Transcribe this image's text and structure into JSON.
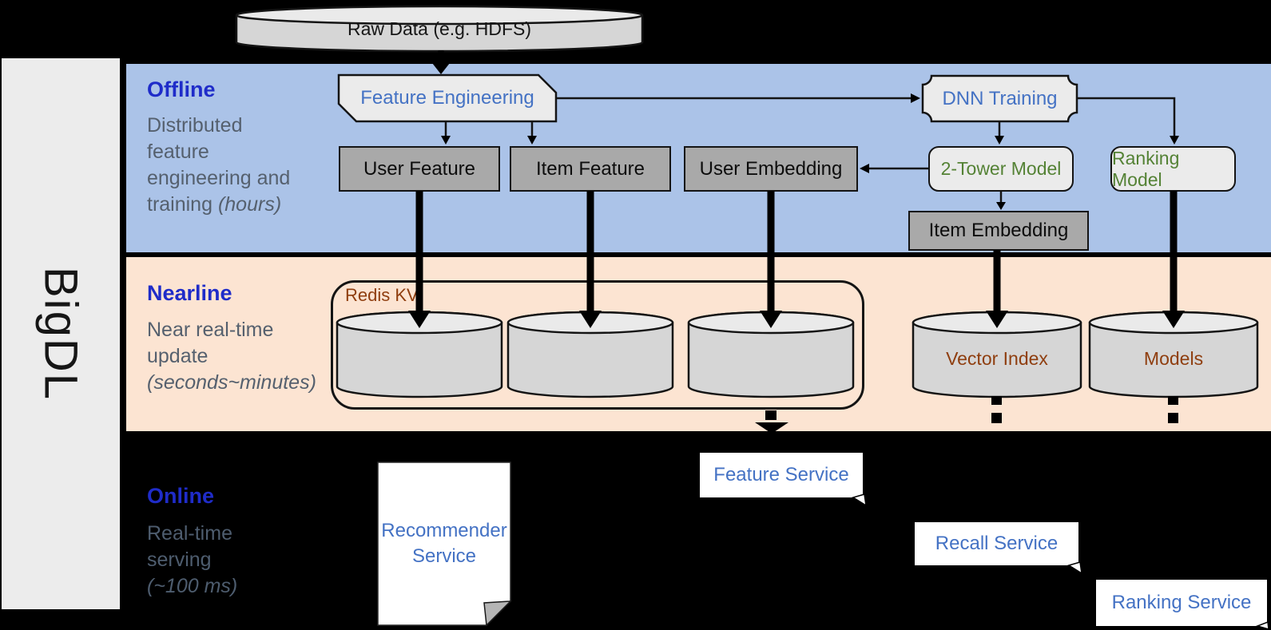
{
  "brand": {
    "name": "BigDL"
  },
  "pipeline_source": {
    "label": "Raw Data (e.g. HDFS)"
  },
  "sections": {
    "offline": {
      "label": "Offline",
      "line1": "Distributed",
      "line2": "feature",
      "line3": "engineering and",
      "line4": "training ",
      "line4_italic": "(hours)"
    },
    "nearline": {
      "label": "Nearline",
      "line1": "Near real-time",
      "line2": "update",
      "line3_italic": "(seconds~minutes)"
    },
    "online": {
      "label": "Online",
      "line1": "Real-time",
      "line2": "serving",
      "line3_italic": "(~100 ms)"
    }
  },
  "nodes": {
    "feature_engineering": "Feature Engineering",
    "dnn_training": "DNN Training",
    "user_feature": "User Feature",
    "item_feature": "Item Feature",
    "user_embedding": "User Embedding",
    "two_tower_model": "2-Tower Model",
    "ranking_model": "Ranking Model",
    "item_embedding": "Item Embedding",
    "redis_kv": "Redis KV",
    "vector_index": "Vector Index",
    "models": "Models",
    "recommender_service": "Recommender Service",
    "feature_service": "Feature Service",
    "recall_service": "Recall Service",
    "ranking_service": "Ranking Service"
  },
  "colors": {
    "offline_band": "#abc3e8",
    "nearline_band": "#fce4d2",
    "panel_gray": "#ececec",
    "section_label": "#1f2cc9",
    "desc_text": "#55606e",
    "node_blue": "#4472c4",
    "node_green": "#548235",
    "storage_text": "#8f3e0f",
    "box_gray": "#a9a9a9",
    "shape_light": "#ebebeb",
    "cylinder_body": "#d6d6d6",
    "cylinder_top": "#eaeaea",
    "background": "#000000"
  }
}
